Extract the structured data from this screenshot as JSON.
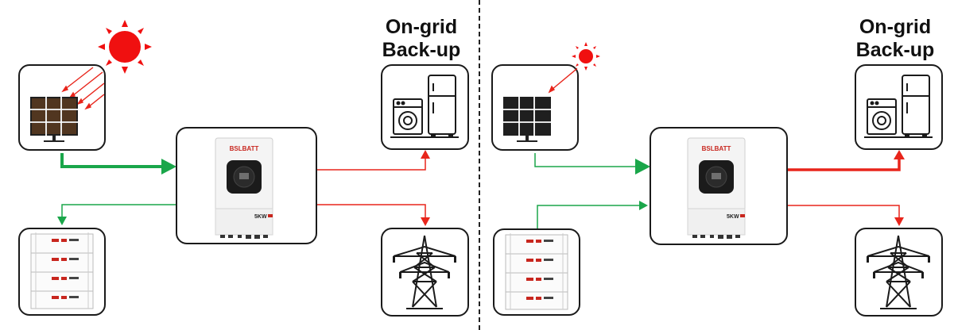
{
  "left_panel": {
    "title_line1": "On-grid",
    "title_line2": "Back-up",
    "inverter_brand": "BSLBATT",
    "inverter_model": "5KW"
  },
  "right_panel": {
    "title_line1": "On-grid",
    "title_line2": "Back-up",
    "inverter_brand": "BSLBATT",
    "inverter_model": "5KW"
  },
  "colors": {
    "solar_flow": "#1aa64a",
    "grid_flow": "#e8251b",
    "sun": "#f01010",
    "border": "#1a1a1a"
  },
  "icons": [
    "sun-icon",
    "solar-panel-icon",
    "inverter-icon",
    "battery-stack-icon",
    "washing-machine-icon",
    "refrigerator-icon",
    "power-tower-icon"
  ]
}
